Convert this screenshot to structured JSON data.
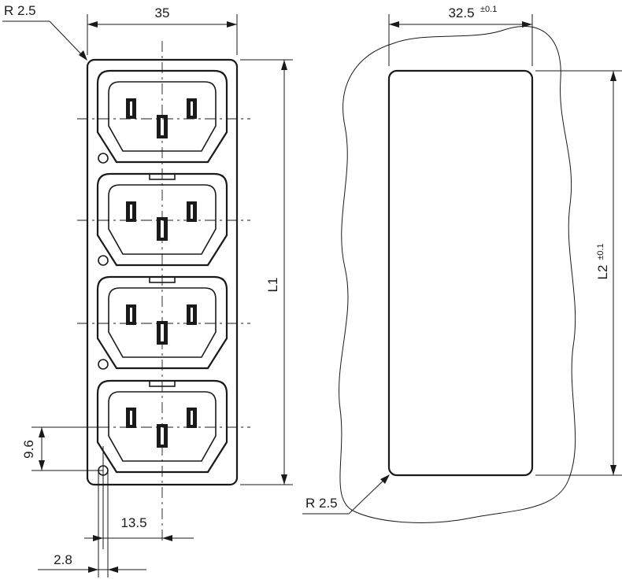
{
  "labels": {
    "radius_top_left": "R 2.5",
    "width_35": "35",
    "width_32_5": "32.5",
    "tol_32_5": "±0.1",
    "length_L1": "L1",
    "length_L2": "L2",
    "tol_L2": "±0.1",
    "dim_9_6": "9.6",
    "dim_13_5": "13.5",
    "dim_2_8": "2.8",
    "radius_cutout": "R 2.5"
  }
}
